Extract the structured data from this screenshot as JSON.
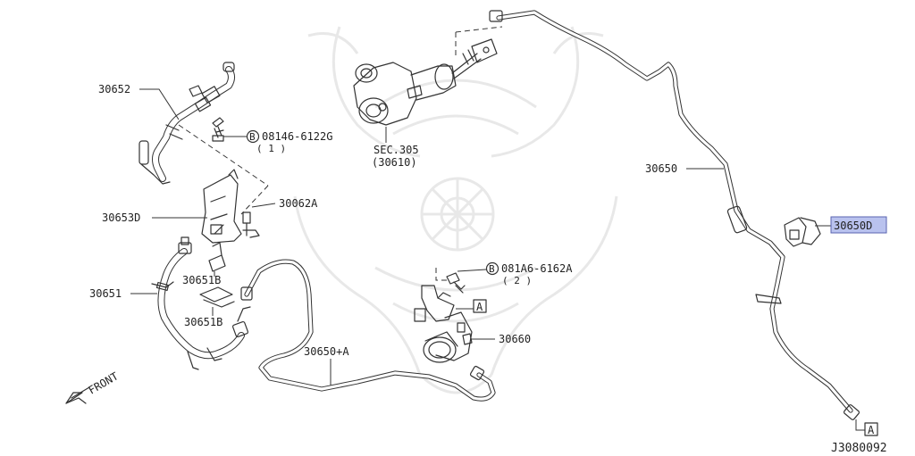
{
  "labels": {
    "p30652": "30652",
    "p30653d": "30653D",
    "p30062a": "30062A",
    "p30651": "30651",
    "p30651b_1": "30651B",
    "p30651b_2": "30651B",
    "bolt1": "08146-6122G",
    "bolt1_qty": "( 1 )",
    "bolt1_badge": "B",
    "sec305": "SEC.305",
    "sec305_sub": "(30610)",
    "p30650": "30650",
    "p30650d": "30650D",
    "bolt2": "081A6-6162A",
    "bolt2_qty": "( 2 )",
    "bolt2_badge": "B",
    "p30660": "30660",
    "p30650a": "30650+A",
    "ref_a_1": "A",
    "ref_a_2": "A",
    "front": "FRONT",
    "diagram_id": "J3080092"
  },
  "colors": {
    "line": "#333333",
    "highlight_fill": "#b9c2ee",
    "highlight_border": "#5a64b0",
    "watermark": "#e6e6e6"
  }
}
